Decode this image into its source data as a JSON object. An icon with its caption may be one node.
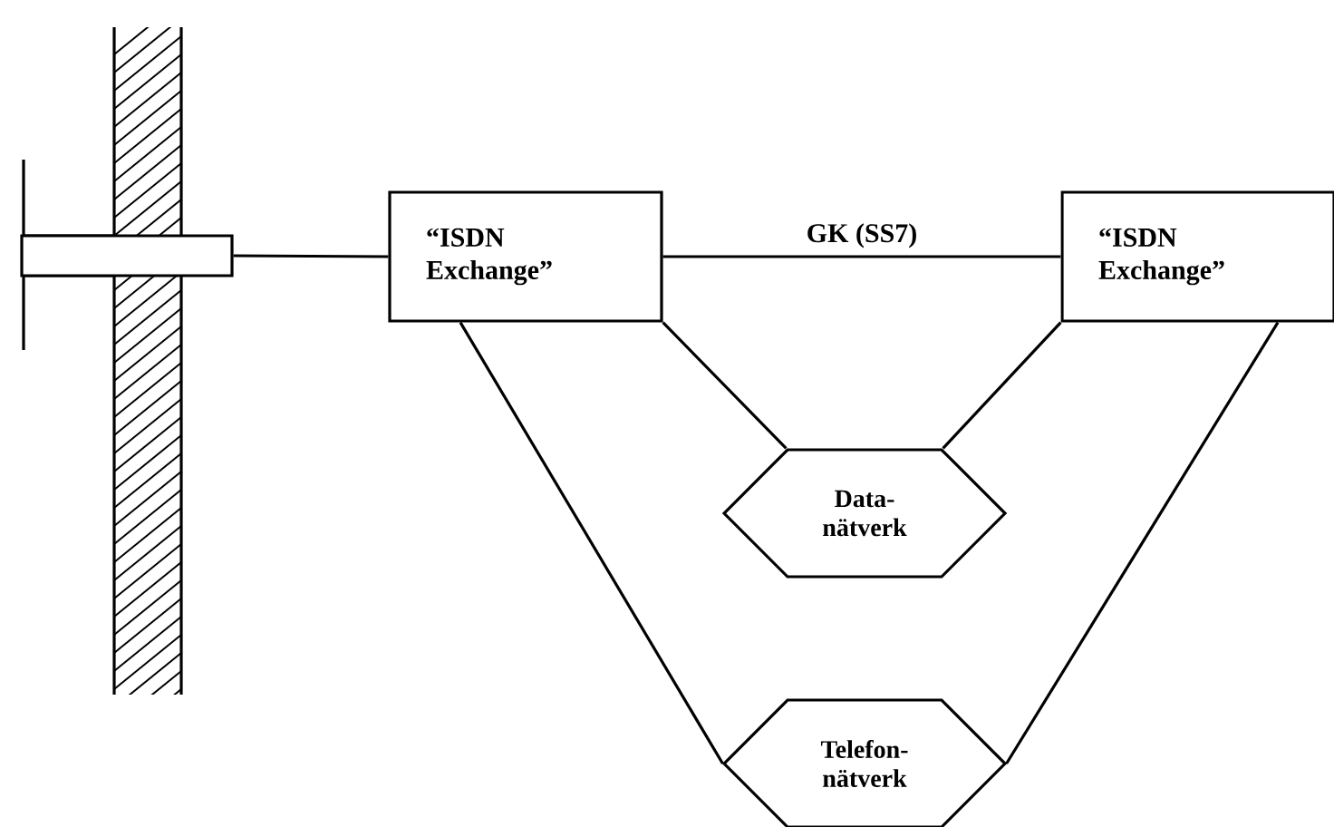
{
  "diagram": {
    "nodes": [
      {
        "text": [],
        "shape": "box"
      },
      {
        "text": [
          "“ISDN Exchange”"
        ]
      },
      {
        "text": [
          "“ISDN Exchange”"
        ]
      },
      {
        "text": [
          "Data- nätverk"
        ]
      },
      {
        "text": [
          "Telefon- nätverk"
        ]
      }
    ],
    "edges": [
      {
        "from": 0,
        "to": 1,
        "arrow": "none"
      },
      {
        "from": 1,
        "to": 2,
        "arrow": "none",
        "label": "GK (SS7)"
      },
      {
        "from": 1,
        "to": 3,
        "arrow": "none"
      },
      {
        "from": 1,
        "to": 4,
        "arrow": "none"
      },
      {
        "from": 2,
        "to": 3,
        "arrow": "none"
      },
      {
        "from": 2,
        "to": 4,
        "arrow": "none"
      }
    ]
  }
}
